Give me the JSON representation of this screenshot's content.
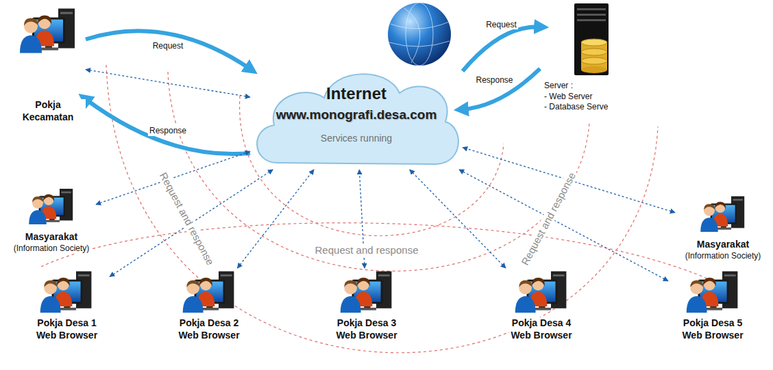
{
  "diagram": {
    "nodes": [
      {
        "text": [
          "Pokja Kecamatan"
        ]
      },
      {
        "text": [
          "Internet",
          "www.monografi.desa.com",
          "Services running"
        ]
      },
      {
        "text": [
          "Server :",
          "- Web Server",
          "- Database Serve"
        ]
      },
      {
        "text": [
          "Masyarakat",
          "(Information Society)"
        ]
      },
      {
        "text": [
          "Masyarakat",
          "(Information Society)"
        ]
      },
      {
        "text": [
          "Pokja Desa 1",
          "Web Browser"
        ]
      },
      {
        "text": [
          "Pokja Desa 2",
          "Web Browser"
        ]
      },
      {
        "text": [
          "Pokja Desa 3",
          "Web Browser"
        ]
      },
      {
        "text": [
          "Pokja Desa 4",
          "Web Browser"
        ]
      },
      {
        "text": [
          "Pokja Desa 5",
          "Web Browser"
        ]
      }
    ],
    "edges": [
      {
        "from": 0,
        "to": 1,
        "label": "Request",
        "arrow": "to"
      },
      {
        "from": 1,
        "to": 0,
        "label": "Response",
        "arrow": "to"
      },
      {
        "from": 1,
        "to": 2,
        "label": "Request",
        "arrow": "to"
      },
      {
        "from": 2,
        "to": 1,
        "label": "Response",
        "arrow": "to"
      },
      {
        "from": 0,
        "to": 1,
        "arrow": "both"
      },
      {
        "from": 3,
        "to": 1,
        "arrow": "both"
      },
      {
        "from": 5,
        "to": 1,
        "arrow": "both"
      },
      {
        "from": 6,
        "to": 1,
        "arrow": "both"
      },
      {
        "from": 7,
        "to": 1,
        "arrow": "both"
      },
      {
        "from": 8,
        "to": 1,
        "arrow": "both"
      },
      {
        "from": 9,
        "to": 1,
        "arrow": "both"
      },
      {
        "from": 4,
        "to": 1,
        "arrow": "both"
      }
    ],
    "labels": [
      "Request and response",
      "Request and response",
      "Request and response"
    ]
  }
}
